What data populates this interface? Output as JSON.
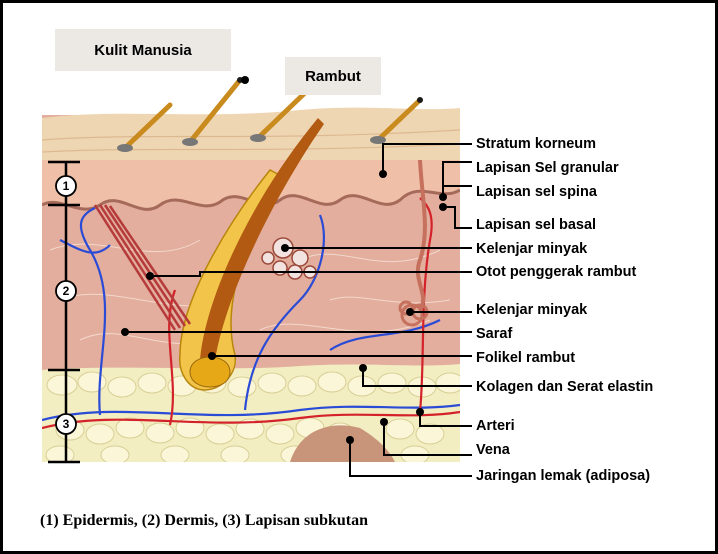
{
  "title": "Kulit Manusia",
  "hair_label": "Rambut",
  "layer_numbers": [
    "1",
    "2",
    "3"
  ],
  "labels": [
    "Stratum korneum",
    "Lapisan Sel granular",
    "Lapisan sel spina",
    "Lapisan sel basal",
    "Kelenjar minyak",
    "Otot penggerak rambut",
    "Kelenjar minyak",
    "Saraf",
    "Folikel rambut",
    "Kolagen dan Serat elastin",
    "Arteri",
    "Vena",
    "Jaringan lemak (adiposa)"
  ],
  "caption": "(1) Epidermis, (2) Dermis, (3) Lapisan subkutan",
  "colors": {
    "epidermis": "#efd6b2",
    "dermis": "#e3ae9d",
    "fat": "#f3edc2",
    "artery": "#d4222a",
    "vein": "#2a4bd6",
    "hair": "#c98a1e"
  }
}
